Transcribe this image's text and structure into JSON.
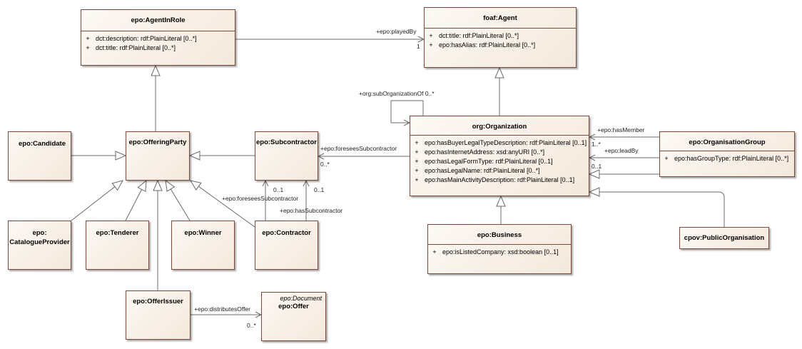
{
  "classes": {
    "agent_in_role": {
      "name": "epo:AgentInRole",
      "attributes": [
        {
          "vis": "+",
          "text": "dct:description: rdf:PlainLiteral [0..*]"
        },
        {
          "vis": "+",
          "text": "dct:title: rdf:PlainLiteral [0..*]"
        }
      ]
    },
    "foaf_agent": {
      "name": "foaf:Agent",
      "attributes": [
        {
          "vis": "+",
          "text": "dct:title: rdf:PlainLiteral [0..*]"
        },
        {
          "vis": "+",
          "text": "epo:hasAlias: rdf:PlainLiteral [0..*]"
        }
      ]
    },
    "organization": {
      "name": "org:Organization",
      "attributes": [
        {
          "vis": "+",
          "text": "epo:hasBuyerLegalTypeDescription: rdf:PlainLiteral [0..1]"
        },
        {
          "vis": "+",
          "text": "epo:hasInternetAddress: xsd:anyURI [0..*]"
        },
        {
          "vis": "+",
          "text": "epo:hasLegalFormType: rdf:PlainLiteral [0..1]"
        },
        {
          "vis": "+",
          "text": "epo:hasLegalName: rdf:PlainLiteral [0..*]"
        },
        {
          "vis": "+",
          "text": "epo:hasMainActivityDescription: rdf:PlainLiteral [0..1]"
        }
      ]
    },
    "organisation_group": {
      "name": "epo:OrganisationGroup",
      "attributes": [
        {
          "vis": "+",
          "text": "epo:hasGroupType: rdf:PlainLiteral [0..*]"
        }
      ]
    },
    "business": {
      "name": "epo:Business",
      "attributes": [
        {
          "vis": "+",
          "text": "epo:isListedCompany: xsd:boolean [0..1]"
        }
      ]
    },
    "public_organisation": {
      "name": "cpov:PublicOrganisation"
    },
    "candidate": {
      "name": "epo:Candidate"
    },
    "offering_party": {
      "name": "epo:OfferingParty"
    },
    "subcontractor": {
      "name": "epo:Subcontractor"
    },
    "catalogue_provider": {
      "name_line1": "epo:",
      "name_line2": "CatalogueProvider"
    },
    "tenderer": {
      "name": "epo:Tenderer"
    },
    "winner": {
      "name": "epo:Winner"
    },
    "contractor": {
      "name": "epo:Contractor"
    },
    "offer_issuer": {
      "name": "epo:OfferIssuer"
    },
    "offer": {
      "stereotype": "epo:Document",
      "name": "epo:Offer"
    }
  },
  "associations": {
    "played_by": {
      "role": "+epo:playedBy",
      "multiplicity": "1"
    },
    "sub_organization_of": {
      "role": "+org:subOrganizationOf 0..*"
    },
    "foresees_subcontractor_org": {
      "role": "+epo:foreseesSubcontractor",
      "multiplicity": "0..*"
    },
    "has_member": {
      "role": "+epo:hasMember",
      "multiplicity": "1..*"
    },
    "lead_by": {
      "role": "+epo:leadBy",
      "multiplicity": "0..1"
    },
    "foresees_subcontractor_contractor": {
      "role": "+epo:foreseesSubcontractor",
      "multiplicity": "0..1"
    },
    "has_subcontractor": {
      "role": "+epo:hasSubcontractor",
      "multiplicity": "0..1"
    },
    "distributes_offer": {
      "role": "+epo:distributesOffer",
      "multiplicity": "0..*"
    }
  },
  "colors": {
    "box_border": "#7a4a3a",
    "box_fill_light": "#fdf9f4",
    "box_fill_dark": "#f4e8dc",
    "line": "#6b6b6b"
  }
}
